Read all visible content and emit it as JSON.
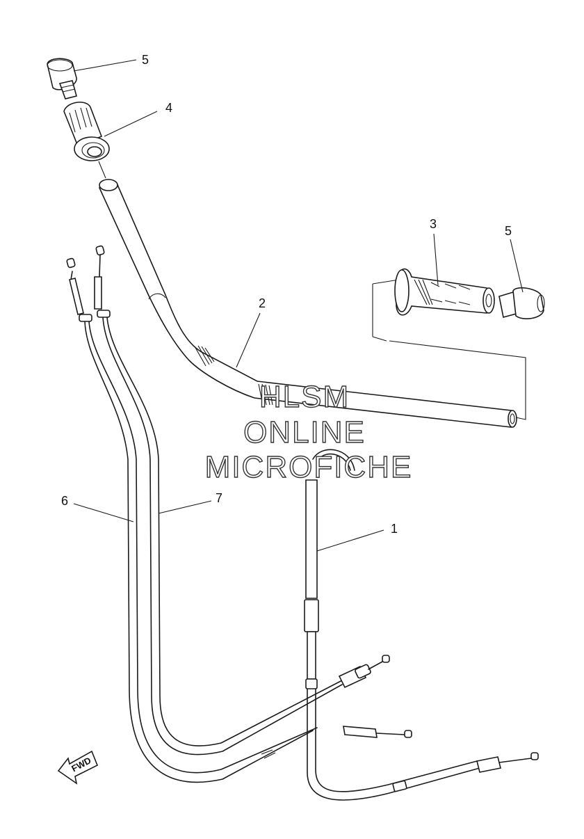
{
  "diagram": {
    "part_labels": [
      {
        "id": "label-1",
        "text": "1"
      },
      {
        "id": "label-2",
        "text": "2"
      },
      {
        "id": "label-3",
        "text": "3"
      },
      {
        "id": "label-4",
        "text": "4"
      },
      {
        "id": "label-5-top",
        "text": "5"
      },
      {
        "id": "label-5-right",
        "text": "5"
      },
      {
        "id": "label-6",
        "text": "6"
      },
      {
        "id": "label-7",
        "text": "7"
      }
    ],
    "fwd_label": "FWD",
    "watermark": [
      "HLSM",
      "ONLINE",
      "MICROFICHE"
    ]
  }
}
